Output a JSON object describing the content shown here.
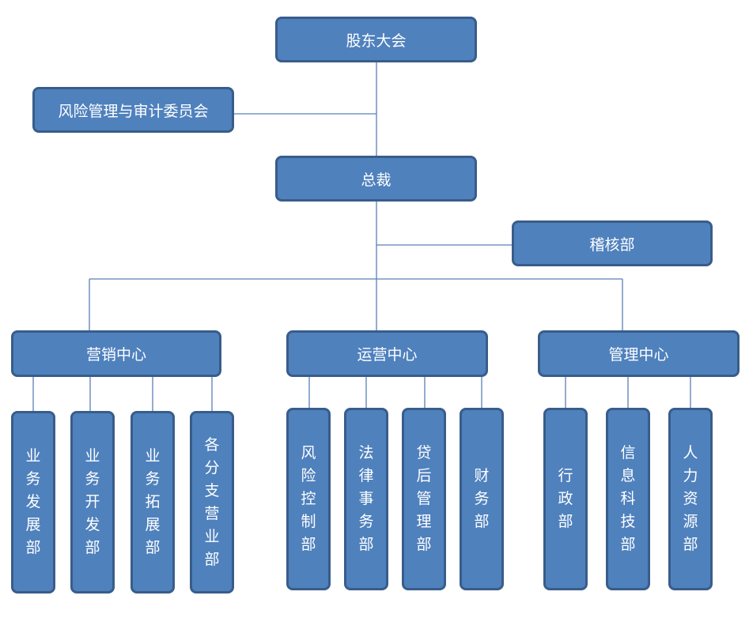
{
  "top": {
    "shareholders": "股东大会",
    "audit_committee": "风险管理与审计委员会",
    "president": "总裁",
    "audit_dept": "稽核部"
  },
  "centers": [
    {
      "name": "营销中心",
      "departments": [
        "业务发展部",
        "业务开发部",
        "业务拓展部",
        "各分支营业部"
      ]
    },
    {
      "name": "运营中心",
      "departments": [
        "风险控制部",
        "法律事务部",
        "贷后管理部",
        "财务部"
      ]
    },
    {
      "name": "管理中心",
      "departments": [
        "行政部",
        "信息科技部",
        "人力资源部"
      ]
    }
  ],
  "colors": {
    "box_fill": "#4f81bd",
    "box_border": "#385d8a",
    "connector": "#5b7fb5",
    "text": "#ffffff"
  }
}
